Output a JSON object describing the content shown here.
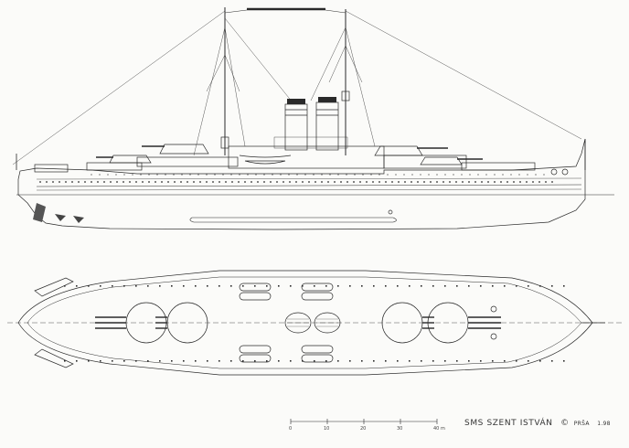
{
  "title": "SMS SZENT ISTVÁN",
  "credit": {
    "symbol": "©",
    "author": "PRŠA",
    "date": "1.98"
  },
  "scale": {
    "ticks": [
      "0",
      "10",
      "20",
      "30",
      "40 m"
    ]
  },
  "views": {
    "profile": "side-elevation",
    "plan": "deck-plan"
  },
  "colors": {
    "ink": "#2a2a2a",
    "paper": "#fbfbf9"
  }
}
